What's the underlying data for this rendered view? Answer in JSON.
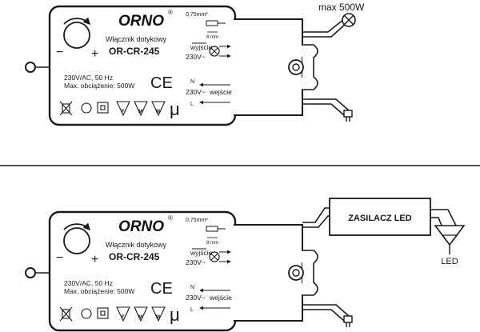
{
  "device": {
    "brand": "ORNO",
    "registered": "®",
    "subtitle": "Włącznik dotykowy",
    "model": "OR-CR-245",
    "spec_voltage": "230V/AC, 50 Hz",
    "spec_load": "Max. obciążenie: 500W",
    "ce_mark": "CE",
    "micro_mark": "μ",
    "dial_minus": "−",
    "dial_plus": "+",
    "wire_cross_section": "0,75mm²",
    "strip_length": "8 mm",
    "output_label": "wyjście",
    "output_voltage": "230V~",
    "terminal_n": "N",
    "terminal_l": "L",
    "input_voltage": "230V~",
    "input_label": "wejście",
    "cert_marks": [
      "F",
      "M",
      "M"
    ]
  },
  "top_panel": {
    "lamp_label": "max 500W"
  },
  "bottom_panel": {
    "driver_label": "ZASILACZ LED",
    "led_label": "LED"
  },
  "colors": {
    "line": "#1a1a1a",
    "text": "#1a1a1a",
    "background": "#ffffff"
  }
}
